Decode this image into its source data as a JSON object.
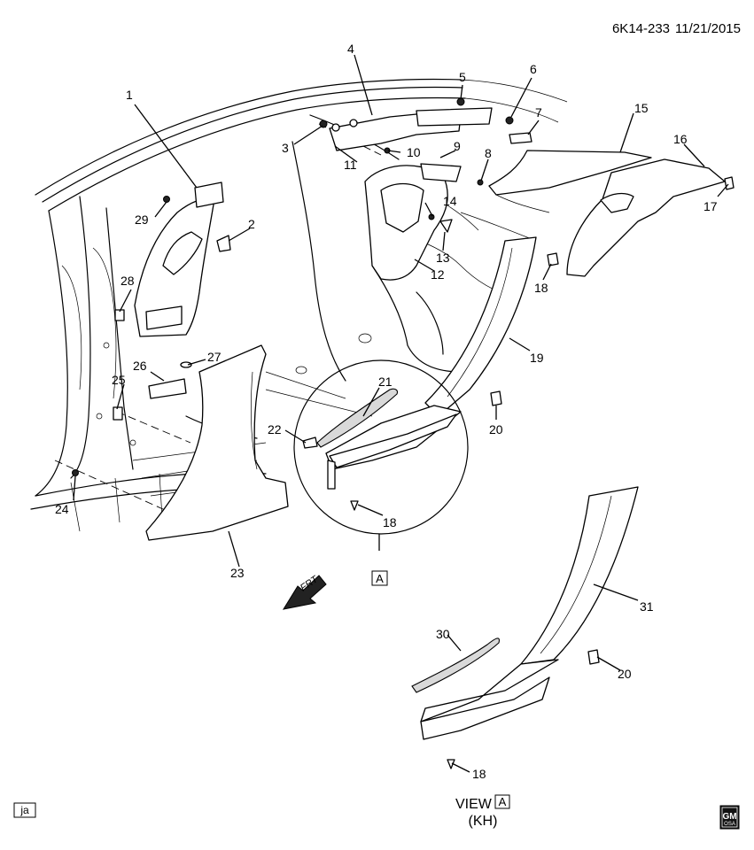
{
  "header": {
    "drawing_id": "6K14-233",
    "date": "11/21/2015"
  },
  "footer": {
    "author_initials": "ja",
    "view_prefix": "VIEW",
    "view_letter": "A",
    "model_code": "(KH)",
    "logo_text": "GM",
    "logo_sub": "OSA"
  },
  "detail_letter": "A",
  "direction": "FRT",
  "callouts": [
    "1",
    "2",
    "3",
    "4",
    "5",
    "6",
    "7",
    "8",
    "9",
    "10",
    "11",
    "12",
    "13",
    "14",
    "15",
    "16",
    "17",
    "18",
    "18",
    "18",
    "18",
    "19",
    "20",
    "20",
    "21",
    "22",
    "23",
    "24",
    "25",
    "26",
    "27",
    "28",
    "29",
    "30",
    "31"
  ]
}
